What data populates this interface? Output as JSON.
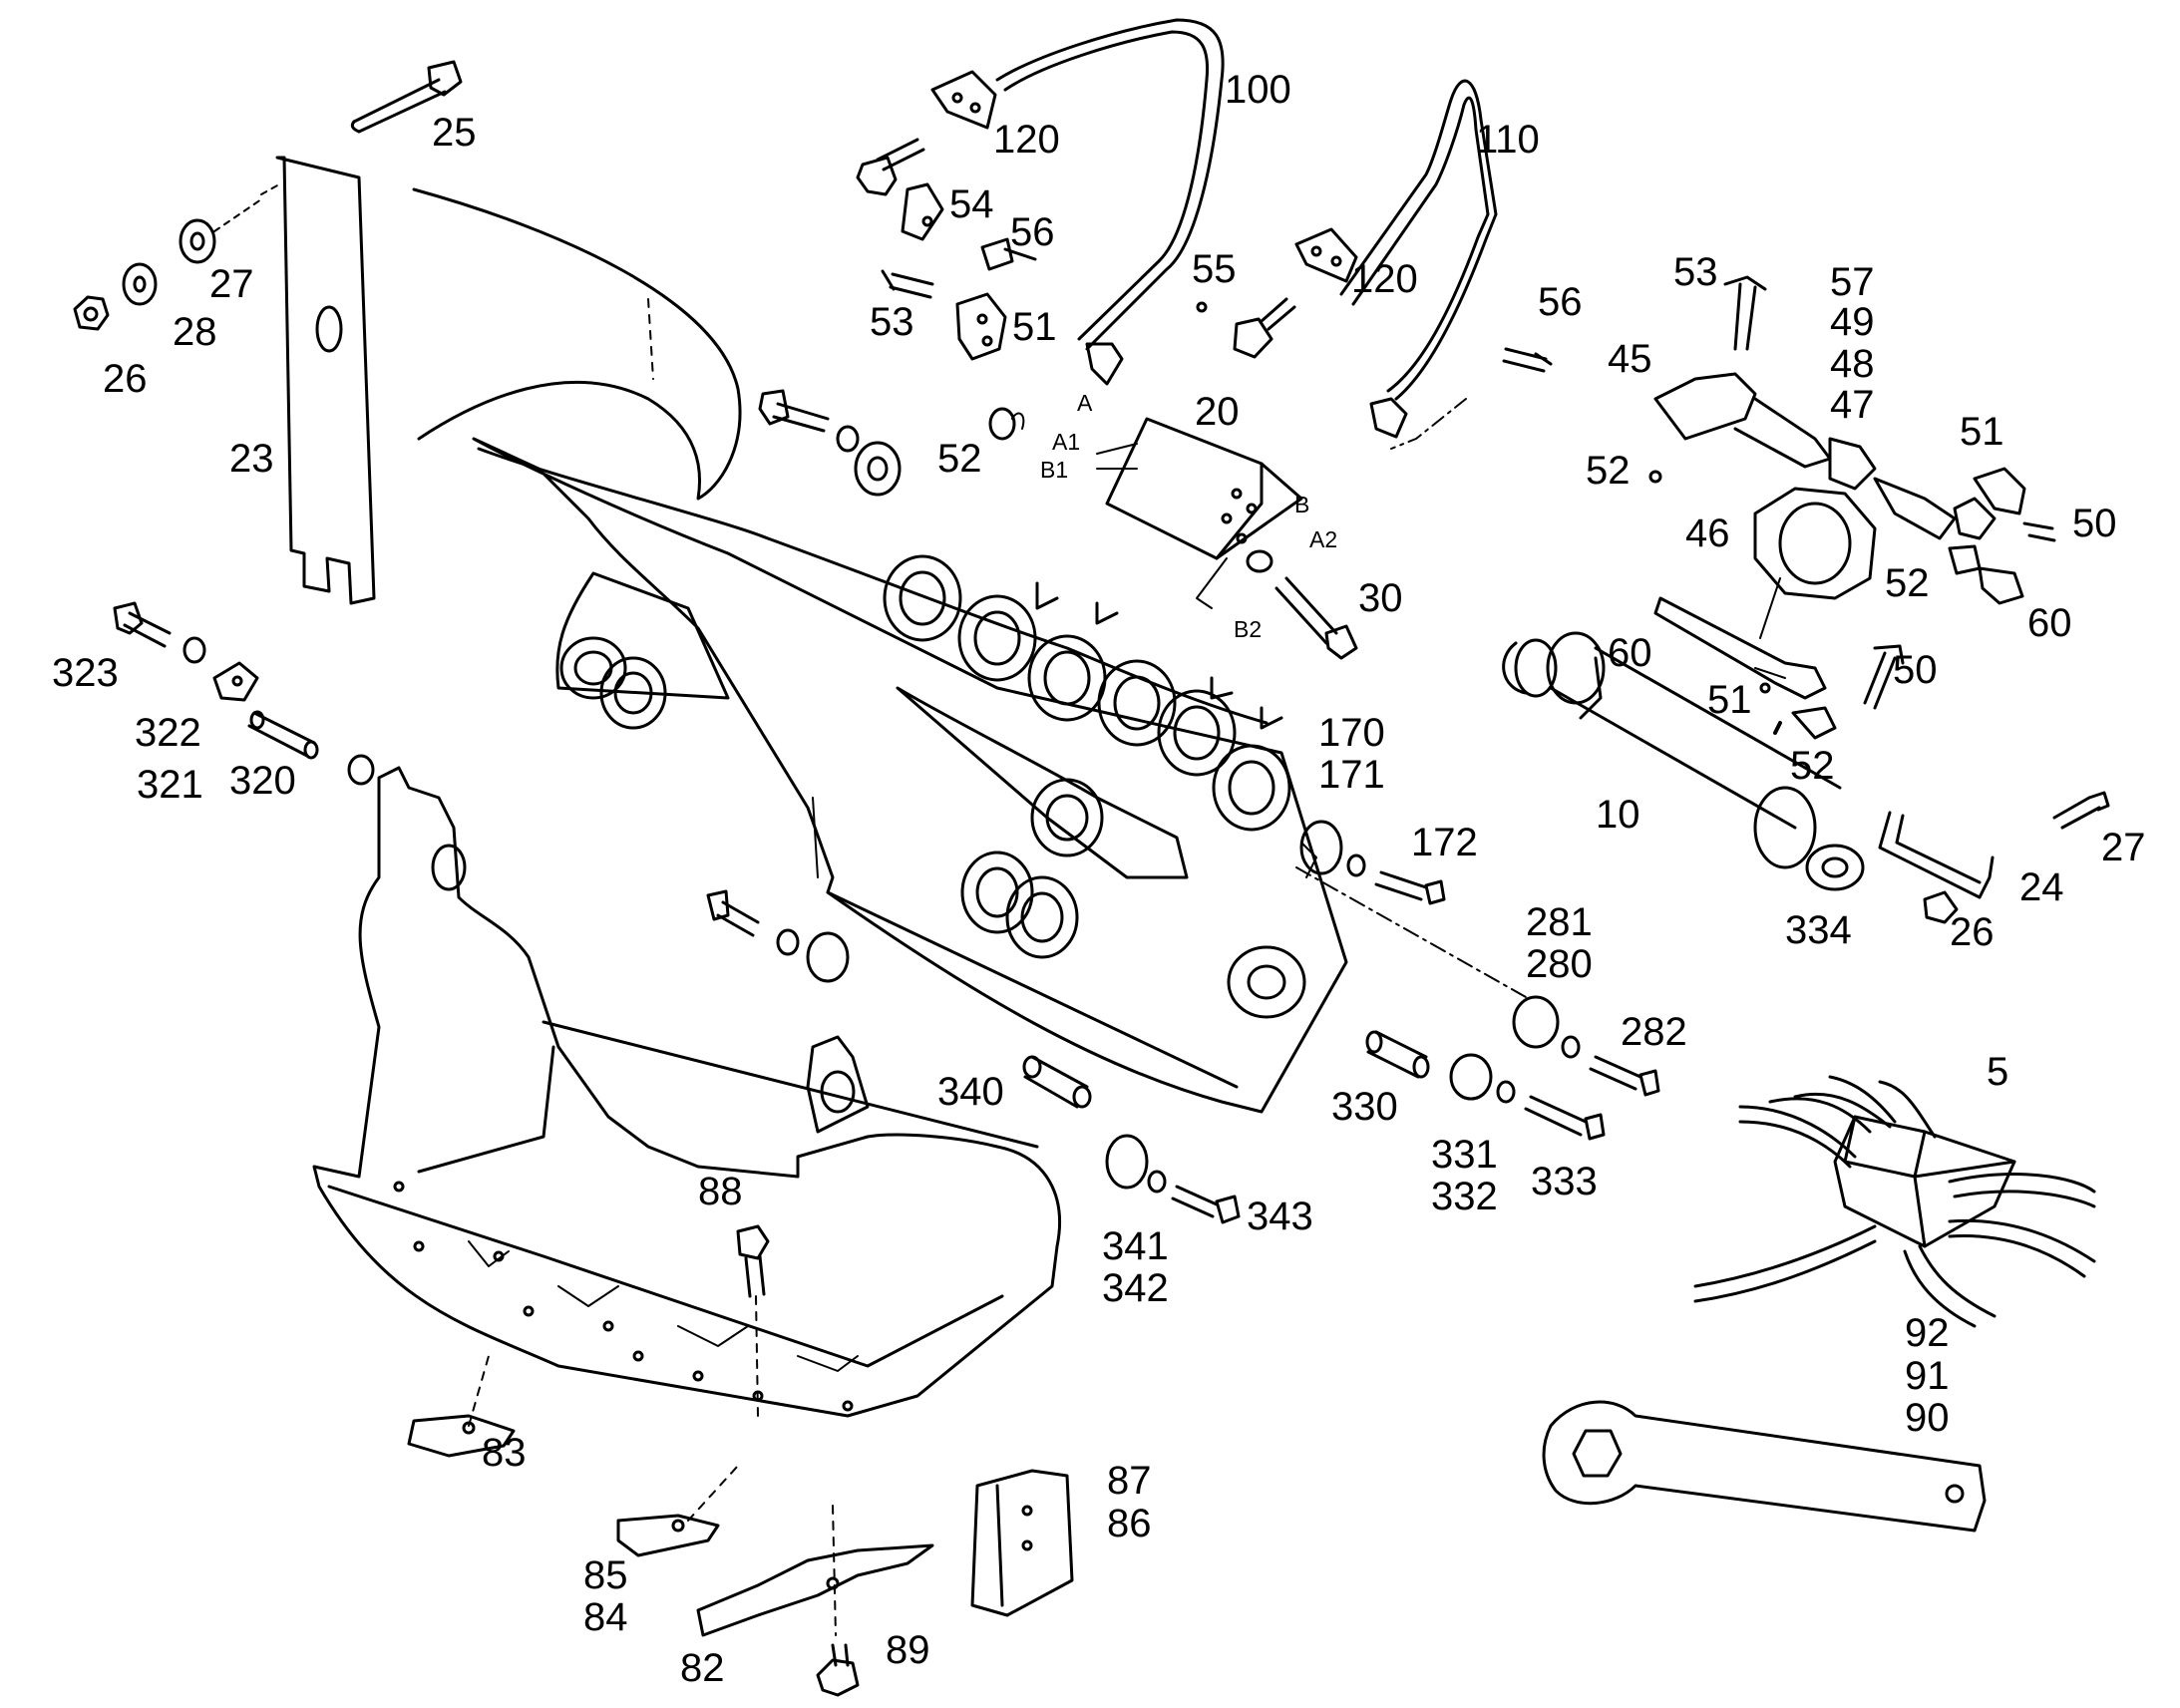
{
  "part_labels": {
    "p100": "100",
    "p110": "110",
    "p120a": "120",
    "p120b": "120",
    "p25": "25",
    "p27a": "27",
    "p28": "28",
    "p26a": "26",
    "p23": "23",
    "p54": "54",
    "p56a": "56",
    "p53a": "53",
    "p51a": "51",
    "p55": "55",
    "p52a": "52",
    "p20": "20",
    "p56b": "56",
    "p53b": "53",
    "p57": "57",
    "p49": "49",
    "p48": "48",
    "p47": "47",
    "p45": "45",
    "p51b": "51",
    "p52b": "52",
    "p50a": "50",
    "p46": "46",
    "p52c": "52",
    "p60a": "60",
    "p30": "30",
    "p60b": "60",
    "p50b": "50",
    "p51c": "51",
    "p52d": "52",
    "p10": "10",
    "p27b": "27",
    "p24": "24",
    "p334": "334",
    "p26b": "26",
    "p323": "323",
    "p322": "322",
    "p321": "321",
    "p320": "320",
    "p170": "170",
    "p171": "171",
    "p172": "172",
    "p281": "281",
    "p280": "280",
    "p282": "282",
    "p5": "5",
    "p340": "340",
    "p330": "330",
    "p331": "331",
    "p332": "332",
    "p333": "333",
    "p88": "88",
    "p341": "341",
    "p342": "342",
    "p343": "343",
    "p92": "92",
    "p91": "91",
    "p90": "90",
    "p83": "83",
    "p87": "87",
    "p86": "86",
    "p85": "85",
    "p84": "84",
    "p89": "89",
    "p82": "82"
  },
  "port_labels": {
    "A": "A",
    "A1": "A1",
    "B1": "B1",
    "B": "B",
    "A2": "A2",
    "B2": "B2"
  },
  "colors": {
    "line": "#000000",
    "background": "#ffffff"
  }
}
